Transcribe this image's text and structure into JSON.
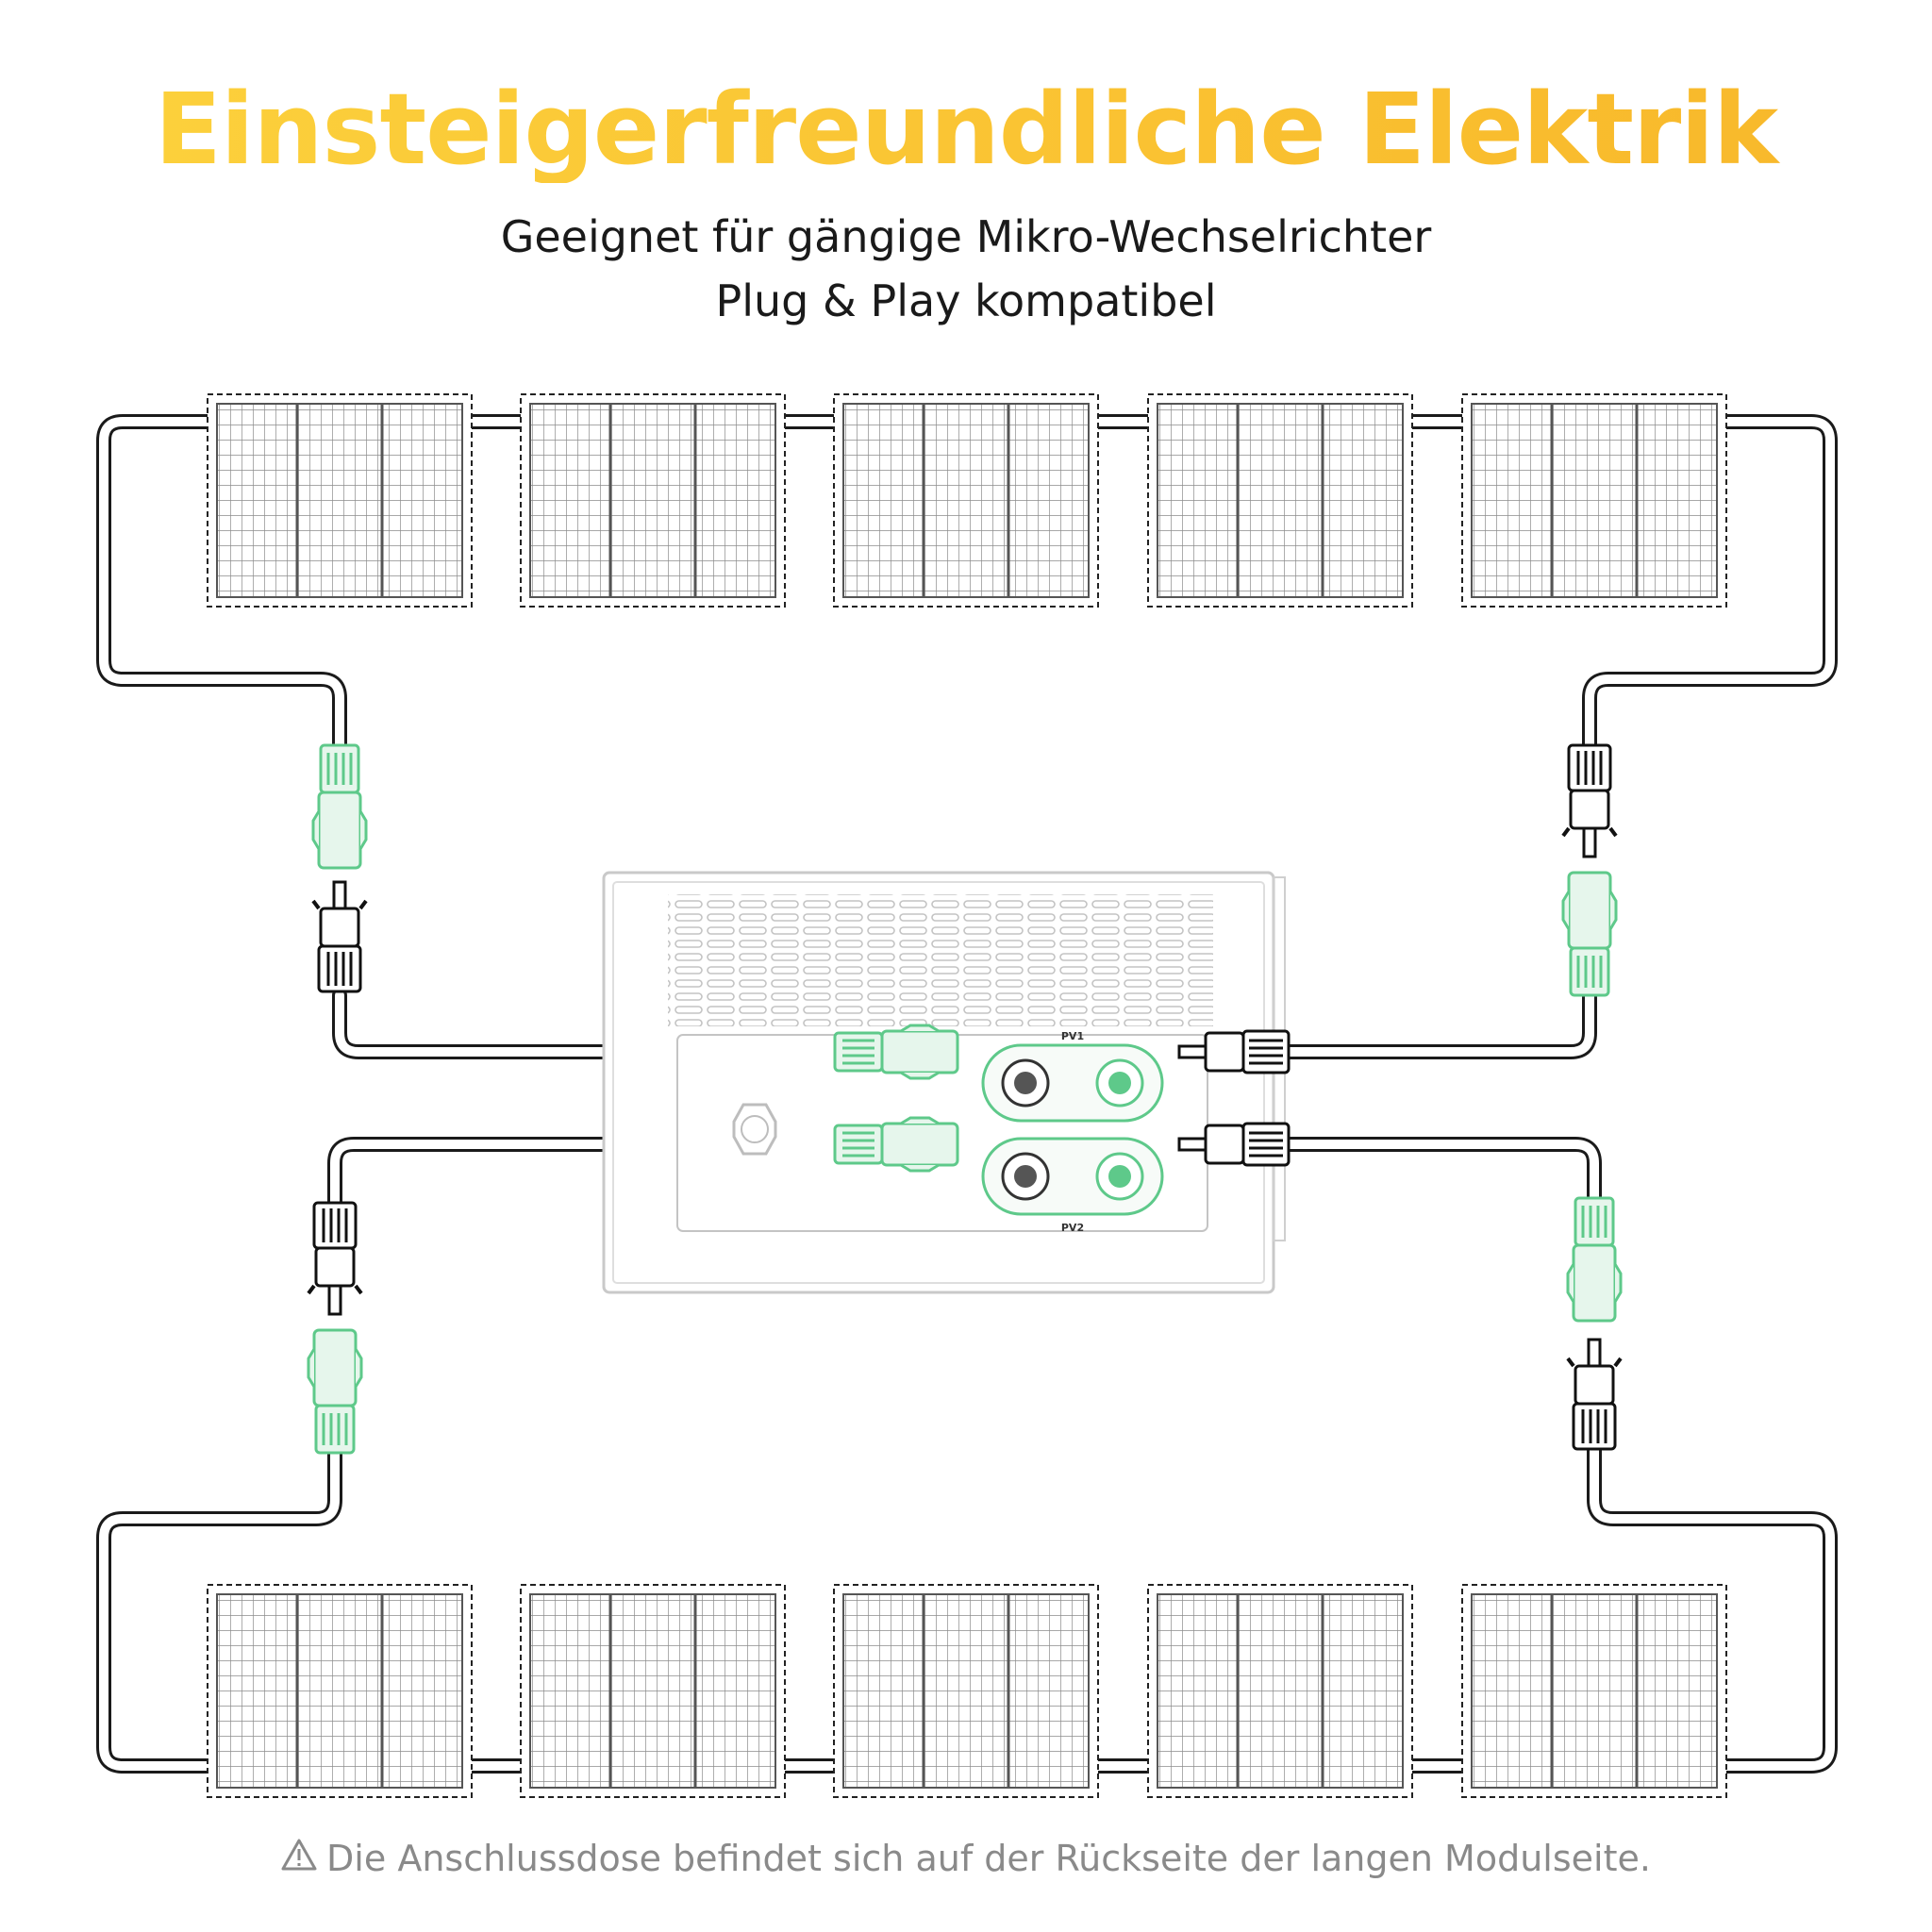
{
  "header": {
    "title": "Einsteigerfreundliche Elektrik",
    "subtitle_line1": "Geeignet für gängige Mikro-Wechselrichter",
    "subtitle_line2": "Plug & Play kompatibel"
  },
  "station": {
    "port1_label": "PV1",
    "port2_label": "PV2"
  },
  "footnote": {
    "icon": "warning-icon",
    "text": "Die Anschlussdose befindet sich auf der Rückseite der langen Modulseite."
  },
  "colors": {
    "title_start": "#fcd23d",
    "title_end": "#f8b72a",
    "connector_green": "#5ec98a",
    "cable": "#1a1a1a",
    "panel_grid": "#8c8c8c"
  }
}
